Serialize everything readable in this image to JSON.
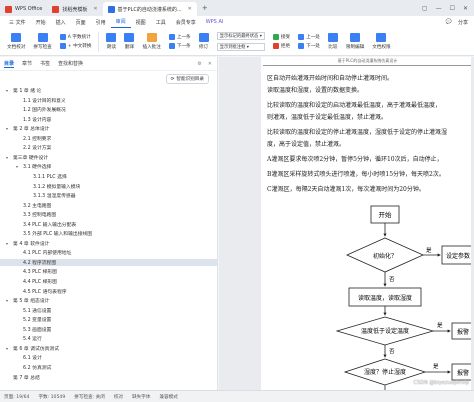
{
  "titlebar": {
    "tabs": [
      {
        "label": "WPS Office",
        "color": "#e0412b",
        "active": false
      },
      {
        "label": "找稻壳模板",
        "color": "#e0412b",
        "active": false
      },
      {
        "label": "基于PLC的自动浇灌系统的...",
        "color": "#2f6fe0",
        "active": true
      }
    ],
    "right_icons": [
      "tablist-icon",
      "minimize-icon",
      "maximize-icon",
      "close-icon"
    ]
  },
  "menubar": {
    "items": [
      "三 文件",
      "开始",
      "插入",
      "页面",
      "引用",
      "审阅",
      "视图",
      "工具",
      "会员专享",
      "WPS AI"
    ],
    "active_index": 5,
    "right": [
      "分享"
    ]
  },
  "ribbon": {
    "buttons": [
      {
        "label": "文档校对",
        "color": "#3b7ff5"
      },
      {
        "label": "拼写检查",
        "color": "#3b7ff5"
      }
    ],
    "small": [
      {
        "label": "A 字数统计",
        "color": "#3b7ff5"
      },
      {
        "label": "+ 中文转换",
        "color": "#3b7ff5"
      }
    ],
    "more": [
      {
        "label": "朗读",
        "color": "#3b7ff5"
      },
      {
        "label": "翻译",
        "color": "#3b7ff5"
      },
      {
        "label": "插入批注",
        "color": "#f0a640"
      },
      {
        "label": "上一条",
        "color": "#3b7ff5"
      },
      {
        "label": "下一条",
        "color": "#3b7ff5"
      },
      {
        "label": "修订",
        "color": "#3b7ff5"
      }
    ],
    "select1": "显示标记的最终状态",
    "select2": "显示到批注框",
    "actions": [
      {
        "label": "接受",
        "color": "#33a852"
      },
      {
        "label": "拒绝",
        "color": "#e0412b"
      },
      {
        "label": "上一处",
        "color": "#3b7ff5"
      },
      {
        "label": "下一处",
        "color": "#3b7ff5"
      },
      {
        "label": "比较",
        "color": "#3b7ff5"
      },
      {
        "label": "限制编辑",
        "color": "#3b7ff5"
      },
      {
        "label": "文档权限",
        "color": "#3b7ff5"
      }
    ]
  },
  "sidebar": {
    "tabs": [
      "目录",
      "章节",
      "书签",
      "查找和替换"
    ],
    "active_tab": 0,
    "smart_button": "智能识别目录",
    "toc": [
      {
        "text": "第 1 章  绪 论",
        "level": 1,
        "open": true
      },
      {
        "text": "1.1 设计目的和意义",
        "level": 2
      },
      {
        "text": "1.2 国内外发展概况",
        "level": 2
      },
      {
        "text": "1.3 设计内容",
        "level": 2
      },
      {
        "text": "第 2 章  总体设计",
        "level": 1,
        "open": true
      },
      {
        "text": "2.1 控制要求",
        "level": 2
      },
      {
        "text": "2.2 设计方案",
        "level": 2
      },
      {
        "text": "第三章  硬件设计",
        "level": 1,
        "open": true
      },
      {
        "text": "3.1 硬件选择",
        "level": 2,
        "open": true
      },
      {
        "text": "3.1.1 PLC 选择",
        "level": 3
      },
      {
        "text": "3.1.2 模拟量输入模块",
        "level": 3
      },
      {
        "text": "3.1.3 温湿度传感器",
        "level": 3
      },
      {
        "text": "3.2 主电路图",
        "level": 2
      },
      {
        "text": "3.3 控制电路图",
        "level": 2
      },
      {
        "text": "3.4 PLC 输入输出分配表",
        "level": 2
      },
      {
        "text": "3.5 外部 PLC 输入和输出接线图",
        "level": 2
      },
      {
        "text": "第 4 章  软件设计",
        "level": 1,
        "open": true
      },
      {
        "text": "4.1 PLC 内部使用地址",
        "level": 2
      },
      {
        "text": "4.2 程序流程图",
        "level": 2,
        "selected": true
      },
      {
        "text": "4.3 PLC 梯形图",
        "level": 2
      },
      {
        "text": "4.4 PLC 梯形图",
        "level": 2
      },
      {
        "text": "4.5 PLC 语句表程序",
        "level": 2
      },
      {
        "text": "第 5 章  组态设计",
        "level": 1,
        "open": true
      },
      {
        "text": "5.1 通信设置",
        "level": 2
      },
      {
        "text": "5.2 变量设置",
        "level": 2
      },
      {
        "text": "5.3 画面设置",
        "level": 2
      },
      {
        "text": "5.4 运行",
        "level": 2
      },
      {
        "text": "第 6 章  调试仿真测试",
        "level": 1,
        "open": true
      },
      {
        "text": "6.1 设计",
        "level": 2
      },
      {
        "text": "6.2 仿真测试",
        "level": 2
      },
      {
        "text": "第 7 章  总结",
        "level": 1
      }
    ]
  },
  "document": {
    "header": "基于PLC的自动浇灌系统仿真设计",
    "paragraphs": [
      "区自动开始灌溉开始时间和自动停止灌溉时间。",
      "  读取温度和湿度，设置的数据变换。",
      "  比较读取的温度和设定的启动灌溉最低温度，高于灌溉最低温度，",
      "则灌溉，温度低于设定最低温度，禁止灌溉。",
      "  比较读取的温度和设定的停止灌溉温度，湿度低于设定的停止灌溉湿",
      "度，高于设定值，禁止灌溉。",
      "  A灌溉区要求每次喷2分钟，暂停5分钟，循环10次后，自动停止，",
      "  B灌溉区采样旋转式喷头进行喷灌，每小时喷15分钟，每天喷2次。",
      "  C灌溉区，每隔2天自动灌溉1次，每次灌溉时间为20分钟。"
    ],
    "flowchart": {
      "start": "开始",
      "init": "初始化？",
      "set_params": "设定参数",
      "read": "读取温度，读取湿度",
      "cond1": "温度低于设定温度",
      "cond2": "湿度？停止湿度",
      "alarm1": "报警",
      "alarm2": "报警",
      "yes": "是",
      "no": "否"
    },
    "watermark": "CSDN @biyezuopinvip"
  },
  "statusbar": {
    "items": [
      "页面: 19/64",
      "字数: 10549",
      "拼写检查: 关闭",
      "校对",
      "缺失字体",
      "兼容模式"
    ]
  }
}
